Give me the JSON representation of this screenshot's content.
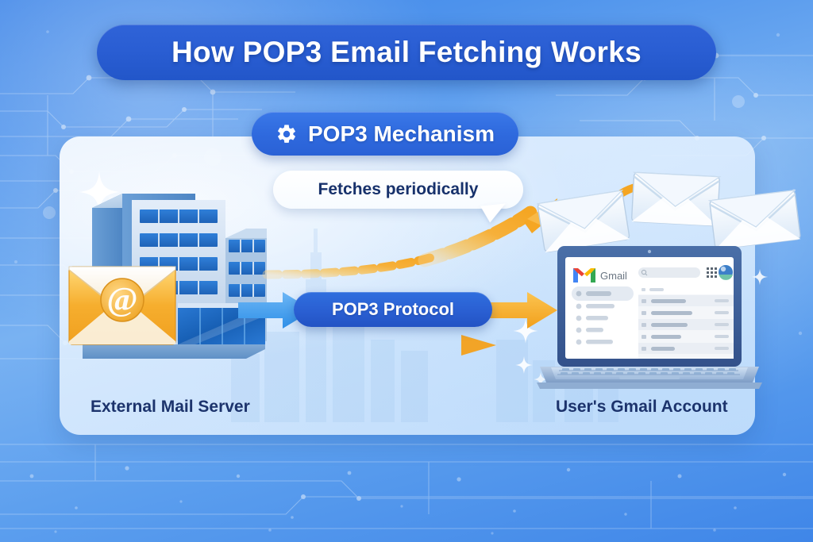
{
  "title": {
    "text": "How POP3 Email Fetching Works"
  },
  "badge": {
    "icon": "gear-icon",
    "label": "POP3 Mechanism"
  },
  "callout": {
    "text": "Fetches periodically"
  },
  "protocol": {
    "label": "POP3 Protocol"
  },
  "captions": {
    "left": "External Mail Server",
    "right": "User's Gmail Account"
  },
  "laptop": {
    "brand": "Gmail",
    "logo_icon": "gmail-m-logo-icon",
    "search_icon": "search-icon",
    "apps_icon": "grid-apps-icon",
    "avatar_icon": "avatar-icon",
    "sidebar_item_count": 5,
    "inbox_row_count": 6
  },
  "graphics": {
    "server_icon": "office-building-icon",
    "mail_icon": "at-envelope-icon",
    "envelope_icon": "white-envelope-icon",
    "envelope_count": 3,
    "arrow_curved": "curved-dashed-arrow-icon",
    "arrow_straight": "straight-dashed-arrow-icon",
    "arrow_in": "blue-arrow-icon",
    "arrow_out": "orange-arrow-icon",
    "sparkle_icon": "sparkle-icon"
  },
  "colors": {
    "bg_blue": "#4e93ec",
    "title_pill": "#2a5ed3",
    "badge_blue": "#2f6ade",
    "card_bg": "#e6f0ff",
    "accent_orange": "#f5a623",
    "arrow_blue": "#4fa3f0",
    "text_navy": "#1c336c",
    "gmail_red": "#ea4335",
    "gmail_blue": "#4285f4",
    "gmail_yellow": "#fbbc04",
    "gmail_green": "#34a853"
  }
}
